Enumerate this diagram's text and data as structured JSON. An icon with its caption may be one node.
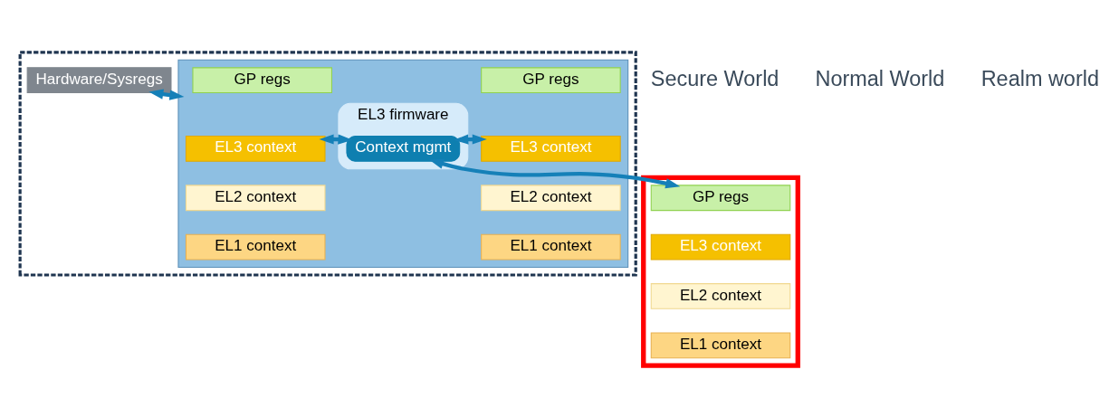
{
  "diagram": {
    "nodes": [
      {
        "text": [],
        "shape": "box"
      },
      {
        "text": [
          "Hardware/Sysregs"
        ],
        "in": 0
      },
      {
        "text": [],
        "shape": "box",
        "in": 0
      },
      {
        "text": [
          "EL3 firmware"
        ],
        "in": 2
      },
      {
        "text": [
          "Context mgmt"
        ],
        "in": 3
      },
      {
        "text": [
          "GP regs"
        ],
        "in": 2
      },
      {
        "text": [
          "EL3 context"
        ],
        "in": 2
      },
      {
        "text": [
          "EL2 context"
        ],
        "in": 2
      },
      {
        "text": [
          "EL1 context"
        ],
        "in": 2
      },
      {
        "text": [
          "GP regs"
        ],
        "in": 2
      },
      {
        "text": [
          "EL3 context"
        ],
        "in": 2
      },
      {
        "text": [
          "EL2 context"
        ],
        "in": 2
      },
      {
        "text": [
          "EL1 context"
        ],
        "in": 2
      },
      {
        "text": [],
        "shape": "box"
      },
      {
        "text": [
          "GP regs"
        ],
        "in": 13
      },
      {
        "text": [
          "EL3 context"
        ],
        "in": 13
      },
      {
        "text": [
          "EL2 context"
        ],
        "in": 13
      },
      {
        "text": [
          "EL1 context"
        ],
        "in": 13
      }
    ],
    "edges": [
      {
        "from": 1,
        "to": 2,
        "arrow": "both"
      },
      {
        "from": 6,
        "to": 4,
        "arrow": "both"
      },
      {
        "from": 4,
        "to": 10,
        "arrow": "both"
      },
      {
        "from": 4,
        "to": 14,
        "arrow": "both"
      }
    ],
    "labels": [
      "Secure World",
      "Normal World",
      "Realm world"
    ]
  }
}
